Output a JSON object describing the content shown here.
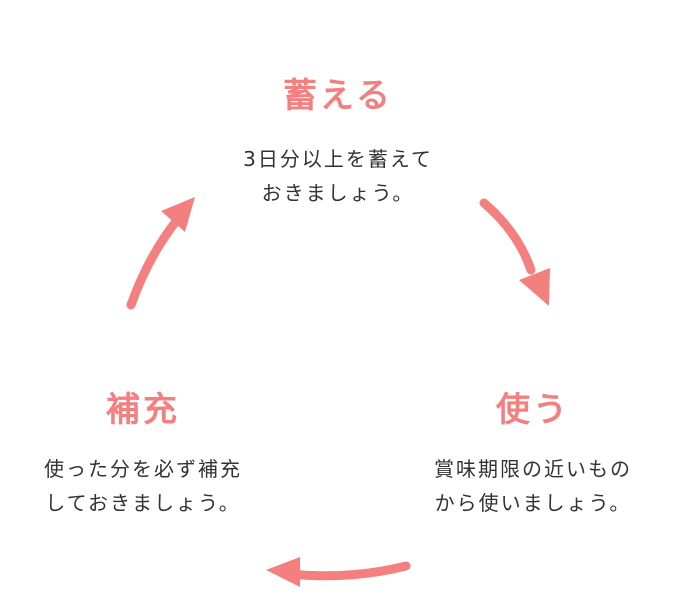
{
  "colors": {
    "accent": "#f47f7f",
    "text": "#333333"
  },
  "cycle": {
    "store": {
      "title": "蓄える",
      "line1": "3日分以上を蓄えて",
      "line2": "おきましょう。"
    },
    "use": {
      "title": "使う",
      "line1": "賞味期限の近いもの",
      "line2": "から使いましょう。"
    },
    "refill": {
      "title": "補充",
      "line1": "使った分を必ず補充",
      "line2": "しておきましょう。"
    }
  }
}
